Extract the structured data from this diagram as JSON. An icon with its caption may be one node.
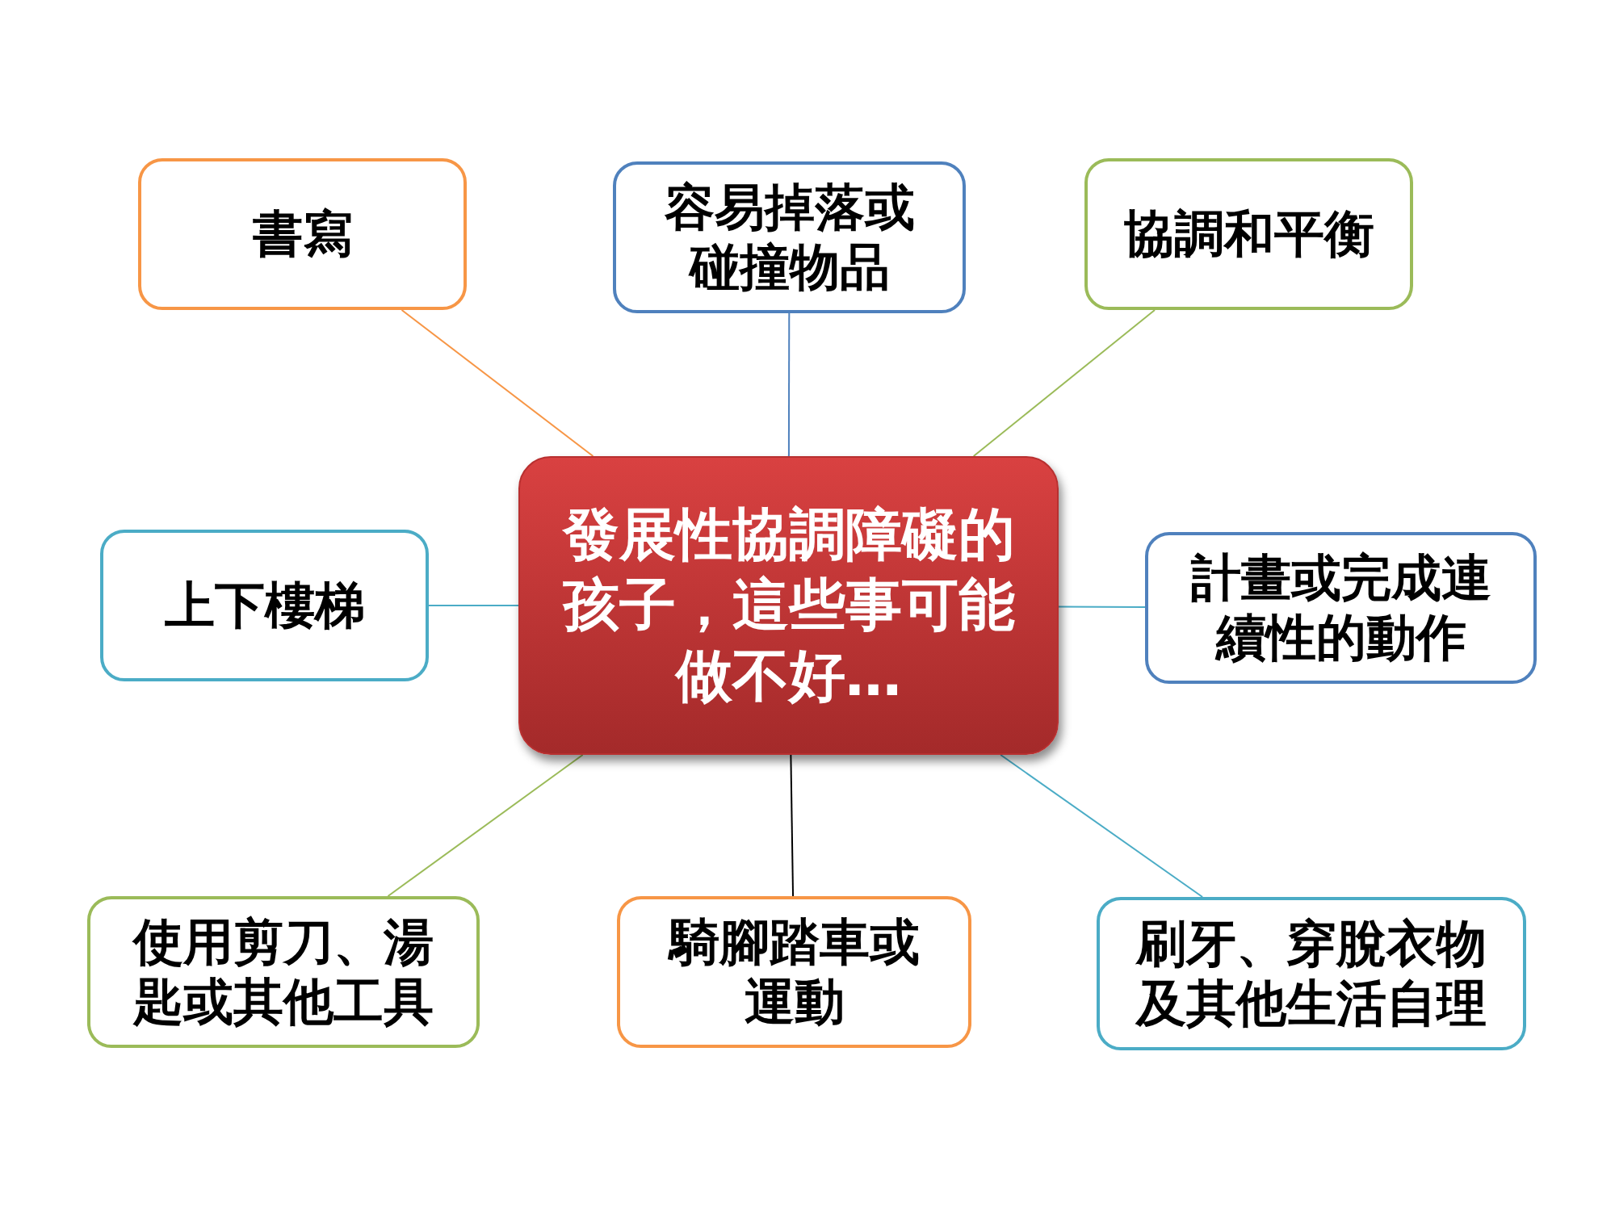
{
  "diagram": {
    "nodes": [
      {
        "text": [
          "發展性協調障礙的孩子，這些事可能做不好…"
        ]
      },
      {
        "text": [
          "書寫"
        ]
      },
      {
        "text": [
          "容易掉落或碰撞物品"
        ]
      },
      {
        "text": [
          "協調和平衡"
        ]
      },
      {
        "text": [
          "上下樓梯"
        ]
      },
      {
        "text": [
          "計畫或完成連續性的動作"
        ]
      },
      {
        "text": [
          "使用剪刀、湯匙或其他工具"
        ]
      },
      {
        "text": [
          "騎腳踏車或運動"
        ]
      },
      {
        "text": [
          "刷牙、穿脫衣物及其他生活自理"
        ]
      }
    ],
    "edges": [
      {
        "from": 0,
        "to": 1,
        "arrow": "none",
        "color": "#f79646"
      },
      {
        "from": 0,
        "to": 2,
        "arrow": "none",
        "color": "#4f81bd"
      },
      {
        "from": 0,
        "to": 3,
        "arrow": "none",
        "color": "#9bbb59"
      },
      {
        "from": 0,
        "to": 4,
        "arrow": "none",
        "color": "#4bacc6"
      },
      {
        "from": 0,
        "to": 5,
        "arrow": "none",
        "color": "#4bacc6"
      },
      {
        "from": 0,
        "to": 6,
        "arrow": "none",
        "color": "#9bbb59"
      },
      {
        "from": 0,
        "to": 7,
        "arrow": "none",
        "color": "#000000"
      },
      {
        "from": 0,
        "to": 8,
        "arrow": "none",
        "color": "#4bacc6"
      }
    ]
  }
}
